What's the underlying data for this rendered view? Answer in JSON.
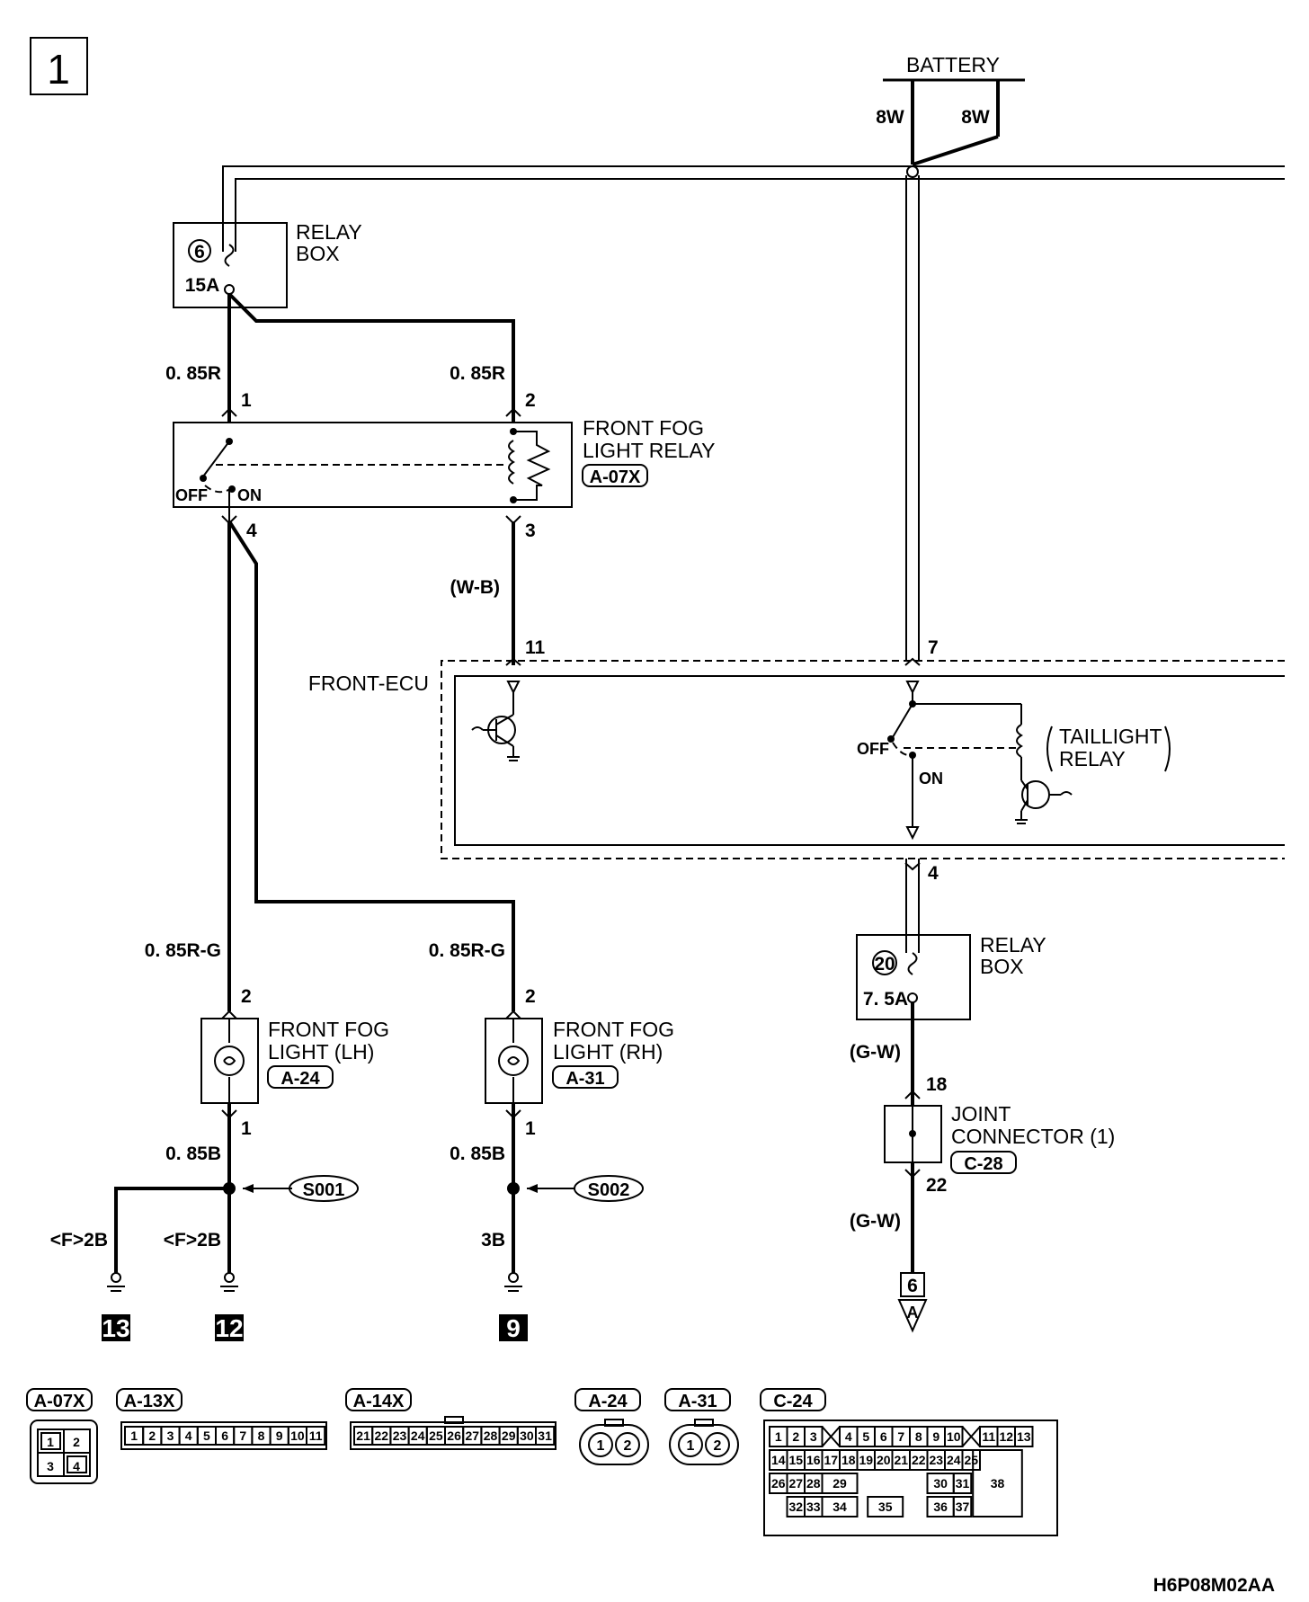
{
  "page": {
    "number": "1",
    "code": "H6P08M02AA"
  },
  "battery": {
    "label": "BATTERY",
    "wire_left": "8W",
    "wire_right": "8W"
  },
  "relay_box_top": {
    "label_1": "RELAY",
    "label_2": "BOX",
    "fuse_no": "6",
    "fuse_rating": "15A"
  },
  "fog_relay": {
    "label_1": "FRONT FOG",
    "label_2": "LIGHT RELAY",
    "connector": "A-07X",
    "off": "OFF",
    "on": "ON",
    "pin_1": "1",
    "pin_2": "2",
    "pin_3": "3",
    "pin_4": "4"
  },
  "wires": {
    "w085r_left": "0. 85R",
    "w085r_right": "0. 85R",
    "wb": "(W-B)",
    "w085rg_left": "0. 85R-G",
    "w085rg_right": "0. 85R-G",
    "w085b_left": "0. 85B",
    "w085b_right": "0. 85B",
    "f2b_a": "<F>2B",
    "f2b_b": "<F>2B",
    "w3b": "3B",
    "gw_1": "(G-W)",
    "gw_2": "(G-W)"
  },
  "front_ecu": {
    "label": "FRONT-ECU",
    "pin_11": "11",
    "pin_7": "7",
    "pin_4": "4",
    "off": "OFF",
    "on": "ON",
    "taillight_1": "TAILLIGHT",
    "taillight_2": "RELAY"
  },
  "relay_box_bottom": {
    "label_1": "RELAY",
    "label_2": "BOX",
    "fuse_no": "20",
    "fuse_rating": "7. 5A"
  },
  "fog_lh": {
    "label_1": "FRONT FOG",
    "label_2": "LIGHT (LH)",
    "connector": "A-24",
    "pin_2": "2",
    "pin_1": "1"
  },
  "fog_rh": {
    "label_1": "FRONT FOG",
    "label_2": "LIGHT (RH)",
    "connector": "A-31",
    "pin_2": "2",
    "pin_1": "1"
  },
  "joint": {
    "label_1": "JOINT",
    "label_2": "CONNECTOR (1)",
    "connector": "C-28",
    "pin_18": "18",
    "pin_22": "22"
  },
  "splices": {
    "s001": "S001",
    "s002": "S002"
  },
  "grounds": {
    "g13": "13",
    "g12": "12",
    "g9": "9"
  },
  "off_page": {
    "number": "6",
    "letter": "A"
  },
  "connectors": {
    "a07x": {
      "id": "A-07X",
      "pins": [
        "1",
        "2",
        "3",
        "4"
      ]
    },
    "a13x": {
      "id": "A-13X",
      "pins": [
        "1",
        "2",
        "3",
        "4",
        "5",
        "6",
        "7",
        "8",
        "9",
        "10",
        "11"
      ]
    },
    "a14x": {
      "id": "A-14X",
      "pins": [
        "21",
        "22",
        "23",
        "24",
        "25",
        "26",
        "27",
        "28",
        "29",
        "30",
        "31"
      ]
    },
    "a24": {
      "id": "A-24",
      "pins": [
        "1",
        "2"
      ]
    },
    "a31": {
      "id": "A-31",
      "pins": [
        "1",
        "2"
      ]
    },
    "c24": {
      "id": "C-24",
      "row1": [
        "1",
        "2",
        "3",
        "4",
        "5",
        "6",
        "7",
        "8",
        "9",
        "10",
        "11",
        "12",
        "13"
      ],
      "row2": [
        "14",
        "15",
        "16",
        "17",
        "18",
        "19",
        "20",
        "21",
        "22",
        "23",
        "24",
        "25"
      ],
      "row3": [
        "26",
        "27",
        "28",
        "29",
        "30",
        "31",
        "38"
      ],
      "row4": [
        "32",
        "33",
        "34",
        "35",
        "36",
        "37"
      ]
    }
  }
}
